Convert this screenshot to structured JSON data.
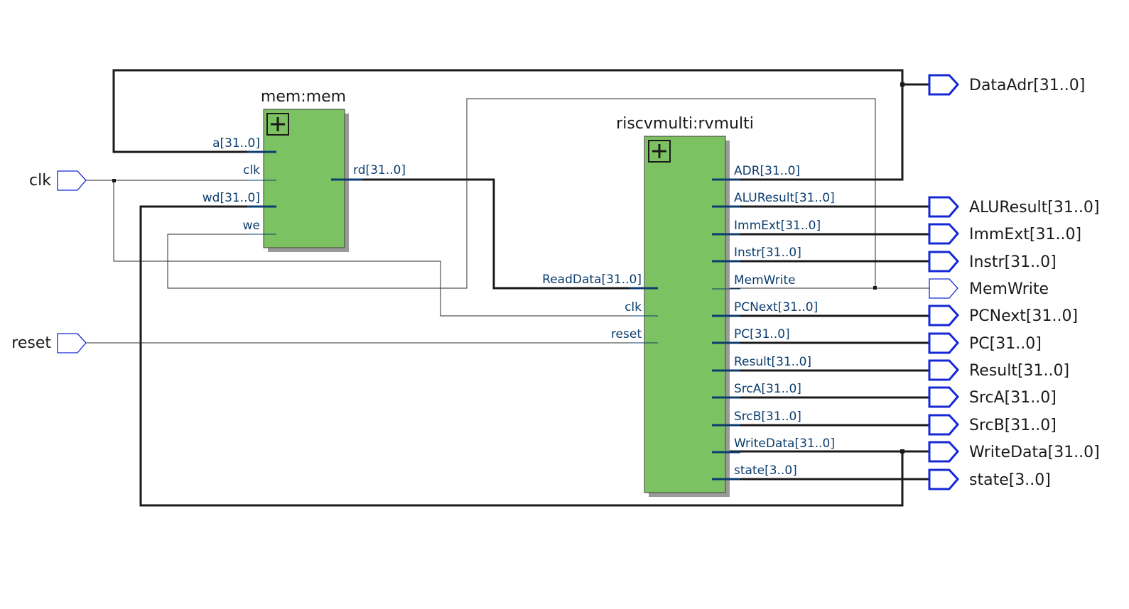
{
  "blocks": {
    "mem": {
      "title": "mem:mem",
      "ports": {
        "a": "a[31..0]",
        "clk": "clk",
        "wd": "wd[31..0]",
        "we": "we",
        "rd": "rd[31..0]"
      }
    },
    "rvmulti": {
      "title": "riscvmulti:rvmulti",
      "inputs": {
        "ReadData": "ReadData[31..0]",
        "clk": "clk",
        "reset": "reset"
      },
      "outputs": {
        "ADR": "ADR[31..0]",
        "ALUResult": "ALUResult[31..0]",
        "ImmExt": "ImmExt[31..0]",
        "Instr": "Instr[31..0]",
        "MemWrite": "MemWrite",
        "PCNext": "PCNext[31..0]",
        "PC": "PC[31..0]",
        "Result": "Result[31..0]",
        "SrcA": "SrcA[31..0]",
        "SrcB": "SrcB[31..0]",
        "WriteData": "WriteData[31..0]",
        "state": "state[3..0]"
      }
    }
  },
  "inputs": {
    "clk": "clk",
    "reset": "reset"
  },
  "outputs": {
    "DataAdr": "DataAdr[31..0]",
    "ALUResult": "ALUResult[31..0]",
    "ImmExt": "ImmExt[31..0]",
    "Instr": "Instr[31..0]",
    "MemWrite": "MemWrite",
    "PCNext": "PCNext[31..0]",
    "PC": "PC[31..0]",
    "Result": "Result[31..0]",
    "SrcA": "SrcA[31..0]",
    "SrcB": "SrcB[31..0]",
    "WriteData": "WriteData[31..0]",
    "state": "state[3..0]"
  },
  "colors": {
    "block_fill": "#7dc262",
    "pin_stroke": "#1428d6",
    "port_text": "#0b3d6e",
    "wire": "#1a1a1a"
  }
}
